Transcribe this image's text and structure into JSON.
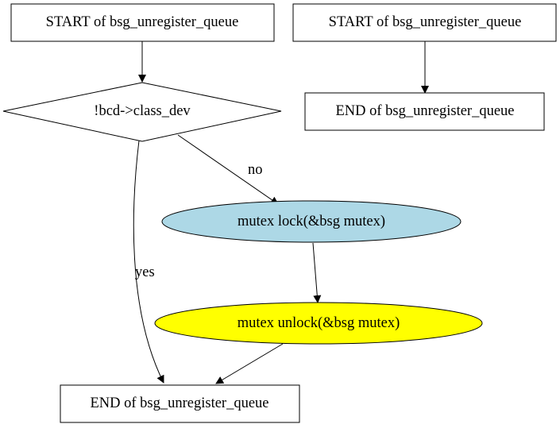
{
  "diagram": {
    "type": "flowchart",
    "nodes": [
      {
        "id": "start1",
        "label": "START of bsg_unregister_queue",
        "shape": "box",
        "fill": "#ffffff"
      },
      {
        "id": "cond",
        "label": "!bcd->class_dev",
        "shape": "diamond",
        "fill": "#ffffff"
      },
      {
        "id": "lock",
        "label": "mutex  lock(&bsg  mutex)",
        "shape": "ellipse",
        "fill": "#add8e6"
      },
      {
        "id": "unlock",
        "label": "mutex  unlock(&bsg  mutex)",
        "shape": "ellipse",
        "fill": "#ffff00"
      },
      {
        "id": "end1",
        "label": "END of bsg_unregister_queue",
        "shape": "box",
        "fill": "#ffffff"
      },
      {
        "id": "start2",
        "label": "START of bsg_unregister_queue",
        "shape": "box",
        "fill": "#ffffff"
      },
      {
        "id": "end2",
        "label": "END of bsg_unregister_queue",
        "shape": "box",
        "fill": "#ffffff"
      }
    ],
    "edges": [
      {
        "from": "start1",
        "to": "cond",
        "label": ""
      },
      {
        "from": "cond",
        "to": "lock",
        "label": "no"
      },
      {
        "from": "cond",
        "to": "end1",
        "label": "yes"
      },
      {
        "from": "lock",
        "to": "unlock",
        "label": ""
      },
      {
        "from": "unlock",
        "to": "end1",
        "label": ""
      },
      {
        "from": "start2",
        "to": "end2",
        "label": ""
      }
    ]
  }
}
